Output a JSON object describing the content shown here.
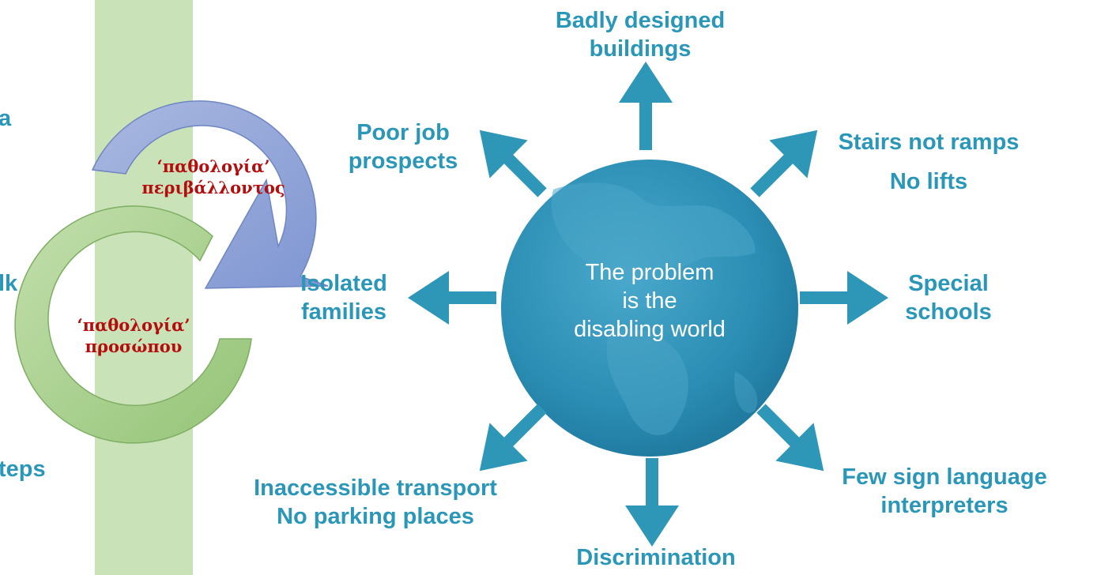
{
  "center": {
    "lines": [
      "The problem",
      "is the",
      "disabling world"
    ]
  },
  "outcomes": {
    "top": [
      "Badly designed",
      "buildings"
    ],
    "top_right": [
      "Stairs not ramps",
      "No lifts"
    ],
    "right": [
      "Special",
      "schools"
    ],
    "bottom_right": [
      "Few sign language",
      "interpreters"
    ],
    "bottom": [
      "Discrimination"
    ],
    "bottom_left": [
      "Inaccessible transport",
      "No parking places"
    ],
    "left": [
      "Isolated",
      "families"
    ],
    "top_left": [
      "Poor job",
      "prospects"
    ]
  },
  "cycle": {
    "environment": [
      "‘παθολογία’",
      "περιβάλλοντος"
    ],
    "person": [
      "‘παθολογία’",
      "προσώπου"
    ]
  },
  "cropped_fragments": [
    "a",
    "lk",
    "teps"
  ],
  "colors": {
    "accent": "#2a97b8",
    "greek_text": "#b50d0d",
    "green_band": "#c9e2b7",
    "arc_blue": "#8fa5d9",
    "arc_green": "#a9d08e",
    "globe": "#2e8fb3"
  }
}
